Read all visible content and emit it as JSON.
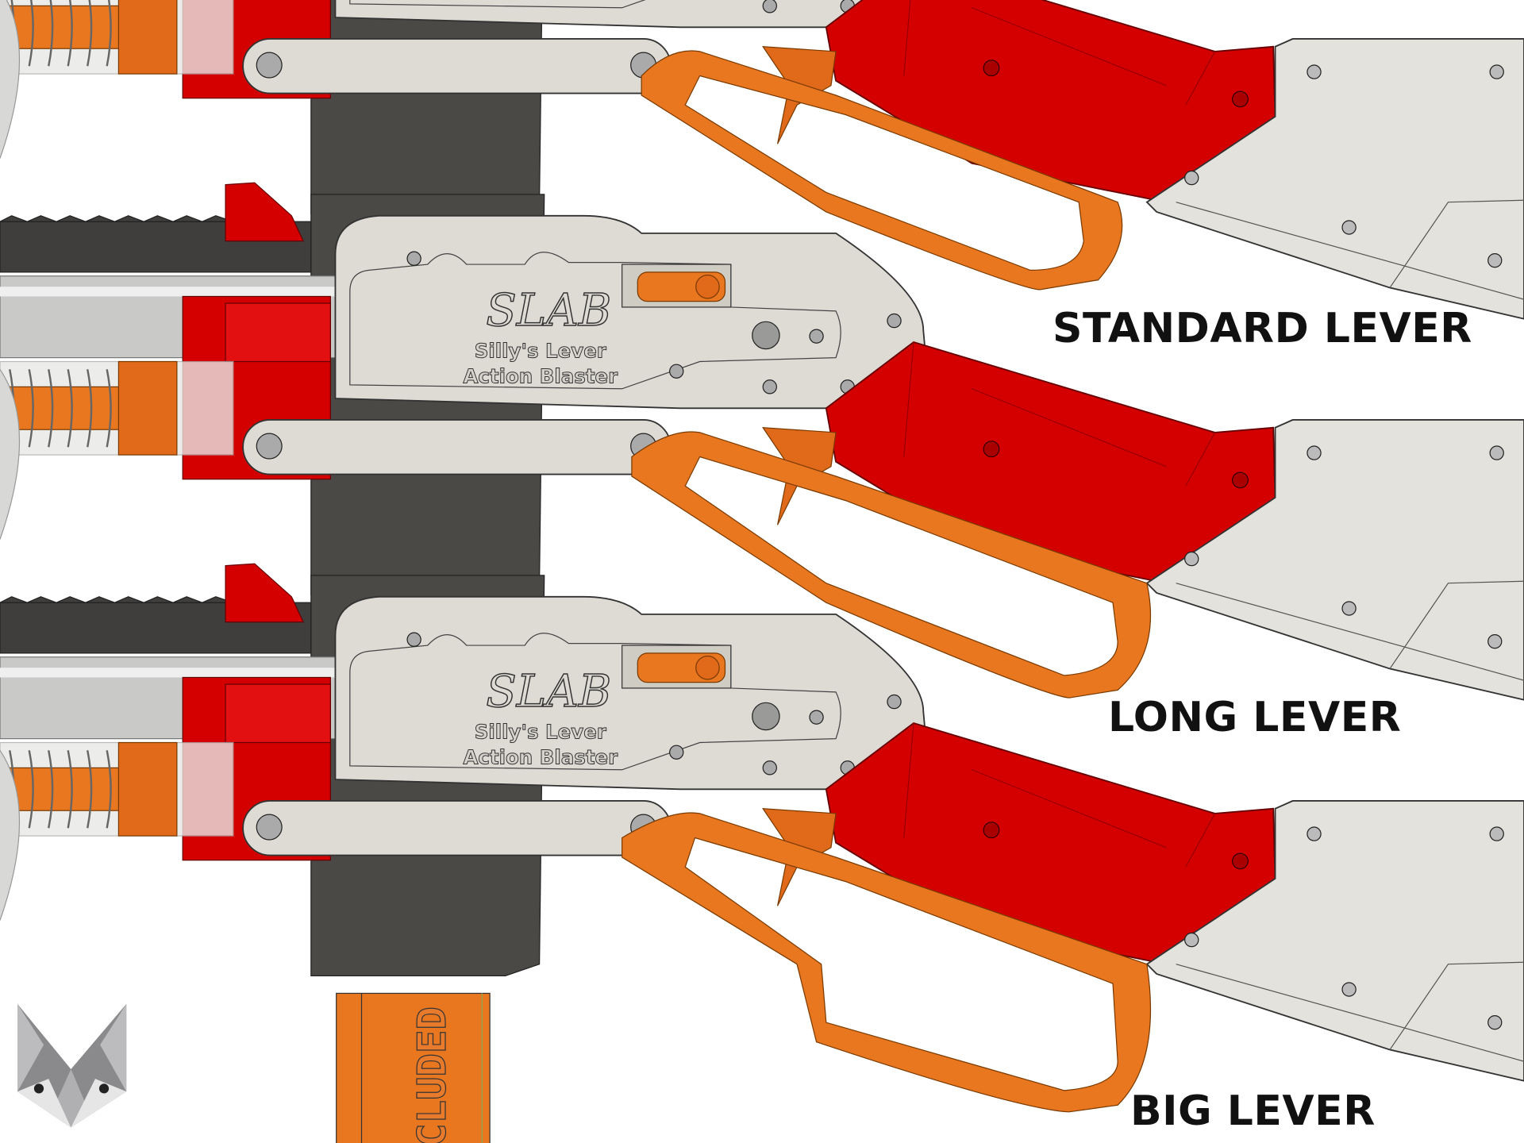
{
  "labels": {
    "standard": "STANDARD LEVER",
    "long": "LONG LEVER",
    "big": "BIG LEVER"
  },
  "plate": {
    "logo": "SLAB",
    "line1": "Silly's Lever",
    "line2": "Action Blaster"
  },
  "magazine_text": "CLUDED",
  "colors": {
    "red": "#d40000",
    "orange": "#e8771f",
    "silver": "#dedbd4",
    "dark": "#4a4946",
    "stock": "#e4e2dc"
  }
}
